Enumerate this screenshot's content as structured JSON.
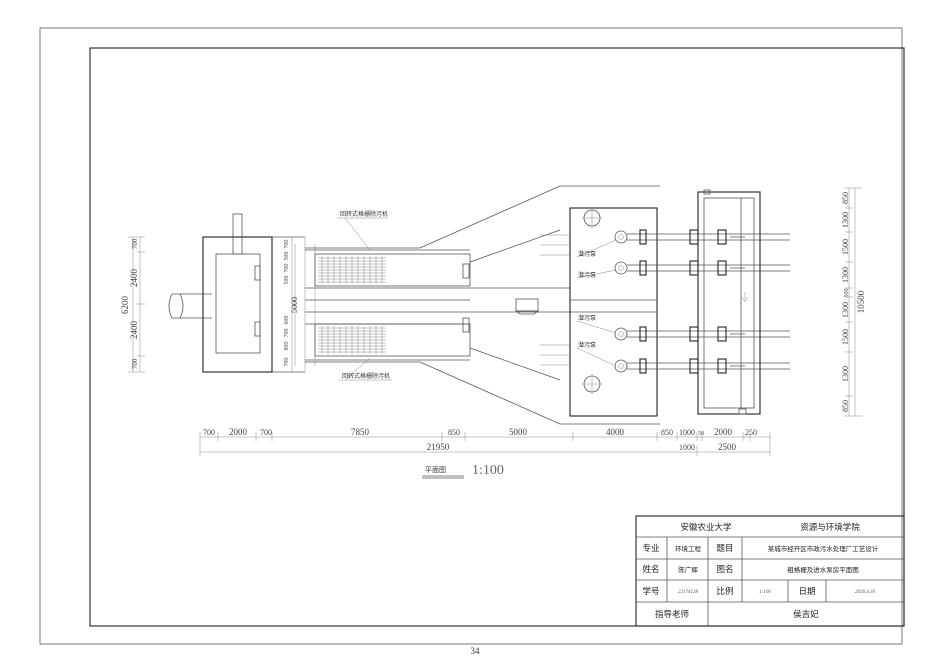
{
  "labels": {
    "screen_top": "回转式格栅除污机",
    "screen_bottom": "回转式格栅除污机",
    "pump_1": "潜污泵",
    "pump_2": "潜污泵",
    "pump_3": "潜污泵",
    "pump_4": "潜污泵"
  },
  "dimensions": {
    "left_total": "6200",
    "left_segments": [
      "700",
      "2400",
      "2400",
      "700"
    ],
    "center_small": [
      "700",
      "500",
      "700",
      "500",
      "600",
      "700",
      "800",
      "700"
    ],
    "center_label": "5000",
    "right_total": "10500",
    "right_segments": [
      "850",
      "1300",
      "1500",
      "1300",
      "500",
      "1300",
      "1500",
      "1300",
      "850"
    ],
    "bottom_segments": [
      "700",
      "2000",
      "700",
      "7850",
      "850",
      "5000",
      "4000",
      "850",
      "1000",
      "50",
      "2000",
      "250"
    ],
    "bottom_total": "21950",
    "bottom_sub": [
      "1000",
      "2500"
    ]
  },
  "plan_title": "平面图",
  "scale": "1:100",
  "title_block": {
    "university": "安徽农业大学",
    "school": "资源与环境学院",
    "major_label": "专业",
    "major_value": "环境工程",
    "topic_label": "题目",
    "topic_value": "某城市经开区市政污水处理厂工艺设计",
    "name_label": "姓名",
    "name_value": "陈广辉",
    "drawing_label": "图名",
    "drawing_value": "粗格栅及进水泵房平面图",
    "id_label": "学号",
    "id_value": "22174128",
    "ratio_label": "比例",
    "ratio_value": "1:100",
    "date_label": "日期",
    "date_value": "2026.4.30",
    "advisor_label": "指导老师",
    "advisor_value": "侯吉妃"
  },
  "page_number": "34"
}
